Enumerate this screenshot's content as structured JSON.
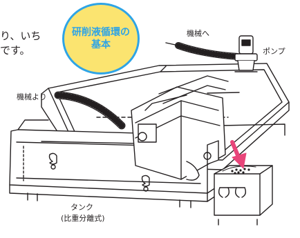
{
  "intro": {
    "line1": "り、いち",
    "line2": "です。"
  },
  "badge": {
    "line1": "研削液循環の",
    "line2": "基本",
    "fill_color": "#fbe470",
    "text_color": "#2ea4e6"
  },
  "labels": {
    "to_machine": "機械へ",
    "pump": "ポンプ",
    "from_machine": "機械より",
    "tank": "タンク",
    "tank_type": "(比重分離式)"
  },
  "colors": {
    "line": "#231f20",
    "arrow": "#e8457a",
    "background": "#ffffff"
  }
}
